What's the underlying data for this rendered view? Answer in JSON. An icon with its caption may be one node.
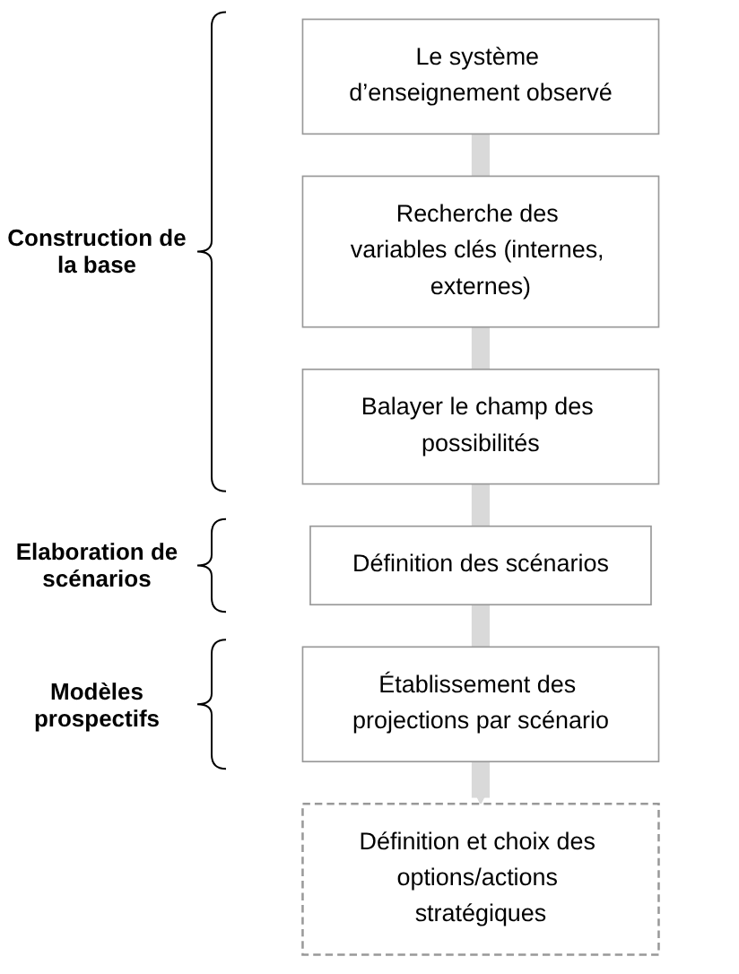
{
  "diagram": {
    "nodes": [
      {
        "text": [
          "Le système d’enseignement observé"
        ]
      },
      {
        "text": [
          "Recherche des variables clés (internes, externes)"
        ]
      },
      {
        "text": [
          "Balayer le champ des possibilités"
        ]
      },
      {
        "text": [
          "Définition des scénarios"
        ]
      },
      {
        "text": [
          "Établissement des projections par scénario"
        ]
      },
      {
        "text": [
          "Définition et choix des options/actions stratégiques"
        ]
      }
    ],
    "edges": [
      {
        "from": 0,
        "to": 1,
        "arrow": "none"
      },
      {
        "from": 1,
        "to": 2,
        "arrow": "none"
      },
      {
        "from": 2,
        "to": 3,
        "arrow": "none"
      },
      {
        "from": 3,
        "to": 4,
        "arrow": "none"
      },
      {
        "from": 4,
        "to": 5,
        "arrow": "to"
      }
    ],
    "labels": [
      "Construction de la base",
      "Elaboration de scénarios",
      "Modèles prospectifs"
    ]
  }
}
